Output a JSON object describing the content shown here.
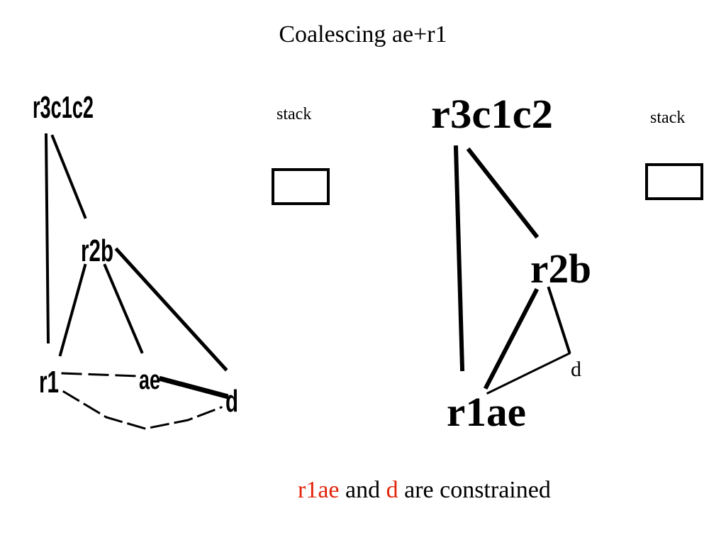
{
  "title": "Coalescing ae+r1",
  "left_graph": {
    "nodes": {
      "r3c1c2": "r3c1c2",
      "r2b": "r2b",
      "r1": "r1",
      "ae": "ae",
      "d": "d"
    },
    "stack_label": "stack"
  },
  "right_graph": {
    "nodes": {
      "r3c1c2": "r3c1c2",
      "r2b": "r2b",
      "r1ae": "r1ae",
      "d": "d"
    },
    "stack_label": "stack"
  },
  "caption": {
    "part1": "r1ae",
    "part2": " and ",
    "part3": "d",
    "part4": " are constrained"
  },
  "colors": {
    "highlight": "#e2230a"
  }
}
